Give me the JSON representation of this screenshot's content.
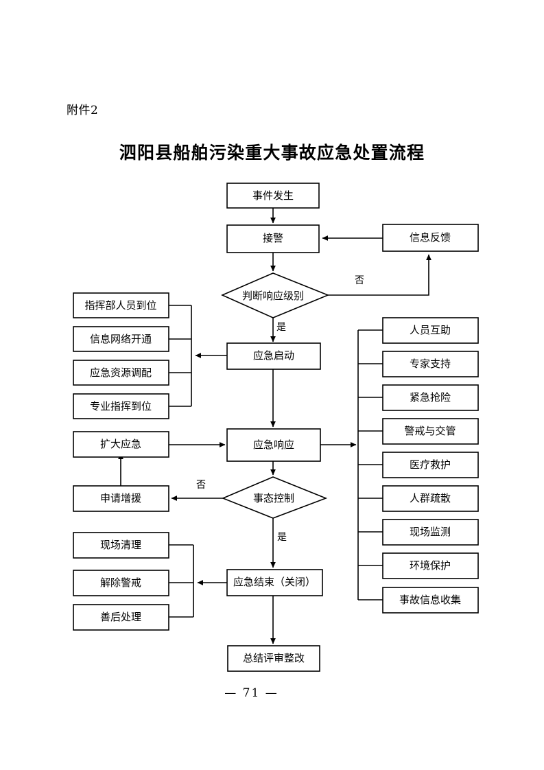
{
  "document": {
    "attachment_label": "附件2",
    "title": "泗阳县船舶污染重大事故应急处置流程",
    "page_number": "— 71 —"
  },
  "flowchart": {
    "type": "flowchart",
    "orientation": "top-to-bottom",
    "main_nodes": [
      {
        "id": "incident",
        "label": "事件发生",
        "shape": "rect"
      },
      {
        "id": "alarm",
        "label": "接警",
        "shape": "rect"
      },
      {
        "id": "judge_level",
        "label": "判断响应级别",
        "shape": "diamond"
      },
      {
        "id": "emergency_start",
        "label": "应急启动",
        "shape": "rect"
      },
      {
        "id": "emergency_response",
        "label": "应急响应",
        "shape": "rect"
      },
      {
        "id": "situation_control",
        "label": "事态控制",
        "shape": "diamond"
      },
      {
        "id": "emergency_end",
        "label": "应急结束（关闭）",
        "shape": "rect"
      },
      {
        "id": "review",
        "label": "总结评审整改",
        "shape": "rect"
      }
    ],
    "feedback_node": {
      "id": "info_feedback",
      "label": "信息反馈",
      "shape": "rect"
    },
    "startup_tasks": [
      "指挥部人员到位",
      "信息网络开通",
      "应急资源调配",
      "专业指挥到位"
    ],
    "escalation_nodes": [
      {
        "id": "expand_emergency",
        "label": "扩大应急",
        "shape": "rect"
      },
      {
        "id": "request_support",
        "label": "申请增援",
        "shape": "rect"
      }
    ],
    "closing_tasks": [
      "现场清理",
      "解除警戒",
      "善后处理"
    ],
    "response_actions": [
      "人员互助",
      "专家支持",
      "紧急抢险",
      "警戒与交管",
      "医疗救护",
      "人群疏散",
      "现场监测",
      "环境保护",
      "事故信息收集"
    ],
    "edge_labels": {
      "judge_no": "否",
      "judge_yes": "是",
      "control_no": "否",
      "control_yes": "是"
    },
    "colors": {
      "stroke": "#000000",
      "fill": "#ffffff",
      "text": "#000000"
    }
  }
}
